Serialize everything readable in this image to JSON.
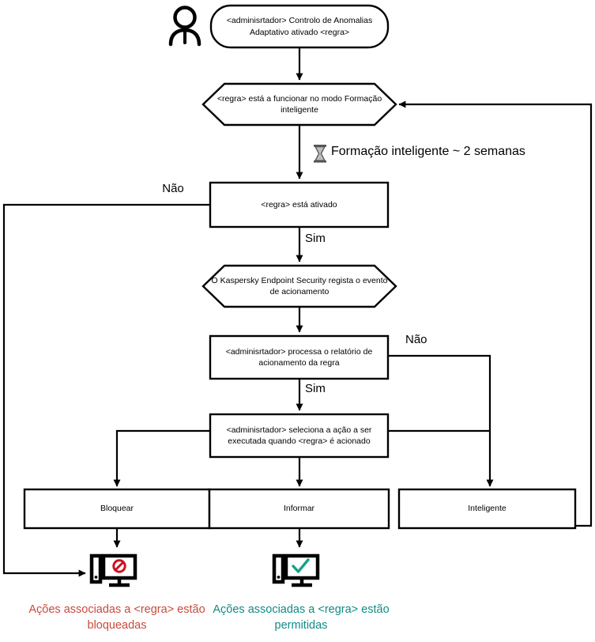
{
  "diagram": {
    "title": "Adaptive Anomaly Control rule workflow",
    "actor_icon": "person-icon",
    "nodes": {
      "start": {
        "shape": "rounded-rectangle",
        "line1": "<adminisrtador> Controlo de Anomalias",
        "line2": "Adaptativo ativado <regra>"
      },
      "smart_training": {
        "shape": "hexagon",
        "line1": "<regra> está a funcionar no modo Formação",
        "line2": "inteligente"
      },
      "rule_enabled": {
        "shape": "rectangle",
        "line1": "<regra> está ativado"
      },
      "kes_logs": {
        "shape": "hexagon",
        "line1": "O Kaspersky Endpoint Security regista o evento",
        "line2": "de acionamento"
      },
      "admin_report": {
        "shape": "rectangle",
        "line1": "<adminisrtador> processa o relatório de",
        "line2": "acionamento da regra"
      },
      "admin_action": {
        "shape": "rectangle",
        "line1": "<adminisrtador> seleciona a ação a ser",
        "line2": "executada quando <regra> é acionado"
      },
      "block": {
        "shape": "rectangle",
        "label": "Bloquear"
      },
      "inform": {
        "shape": "rectangle",
        "label": "Informar"
      },
      "smart": {
        "shape": "rectangle",
        "label": "Inteligente"
      }
    },
    "annotations": {
      "training_duration": "Formação inteligente ~ 2 semanas",
      "hourglass_icon": "hourglass-icon"
    },
    "edge_labels": {
      "rule_enabled_no": "Não",
      "rule_enabled_yes": "Sim",
      "report_no": "Não",
      "report_yes": "Sim"
    },
    "outcomes": {
      "blocked": {
        "icon": "monitor-blocked-icon",
        "line1": "Ações associadas a <regra> estão",
        "line2": "bloqueadas",
        "color": "#c94a3c"
      },
      "allowed": {
        "icon": "monitor-allowed-icon",
        "line1": "Ações associadas a <regra> estão",
        "line2": "permitidas",
        "color": "#108b86"
      }
    },
    "colors": {
      "stroke": "#000000",
      "blocked": "#c94a3c",
      "allowed": "#108b86",
      "block_symbol": "#cc1122",
      "check_symbol": "#17a08a"
    }
  }
}
